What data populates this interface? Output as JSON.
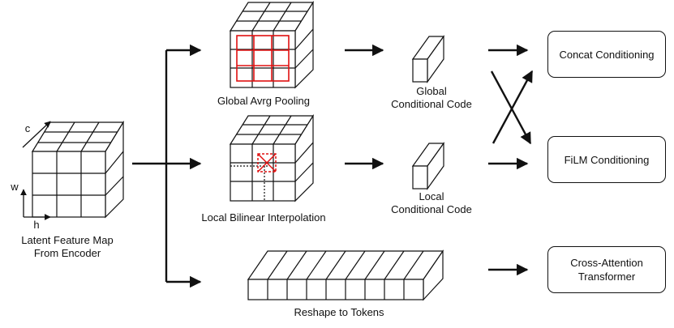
{
  "labels": {
    "encoder_map": [
      "Latent Feature Map",
      "From Encoder"
    ],
    "axis_c": "c",
    "axis_w": "w",
    "axis_h": "h",
    "global_pool": "Global Avrg Pooling",
    "local_interp": "Local Bilinear Interpolation",
    "reshape": "Reshape to Tokens",
    "global_code": [
      "Global",
      "Conditional Code"
    ],
    "local_code": [
      "Local",
      "Conditional Code"
    ]
  },
  "outputs": {
    "concat": "Concat Conditioning",
    "film": "FiLM Conditioning",
    "cross_attention": [
      "Cross-Attention",
      "Transformer"
    ]
  },
  "colors": {
    "stroke": "#111111",
    "highlight": "#e01010",
    "face": "#ffffff"
  }
}
